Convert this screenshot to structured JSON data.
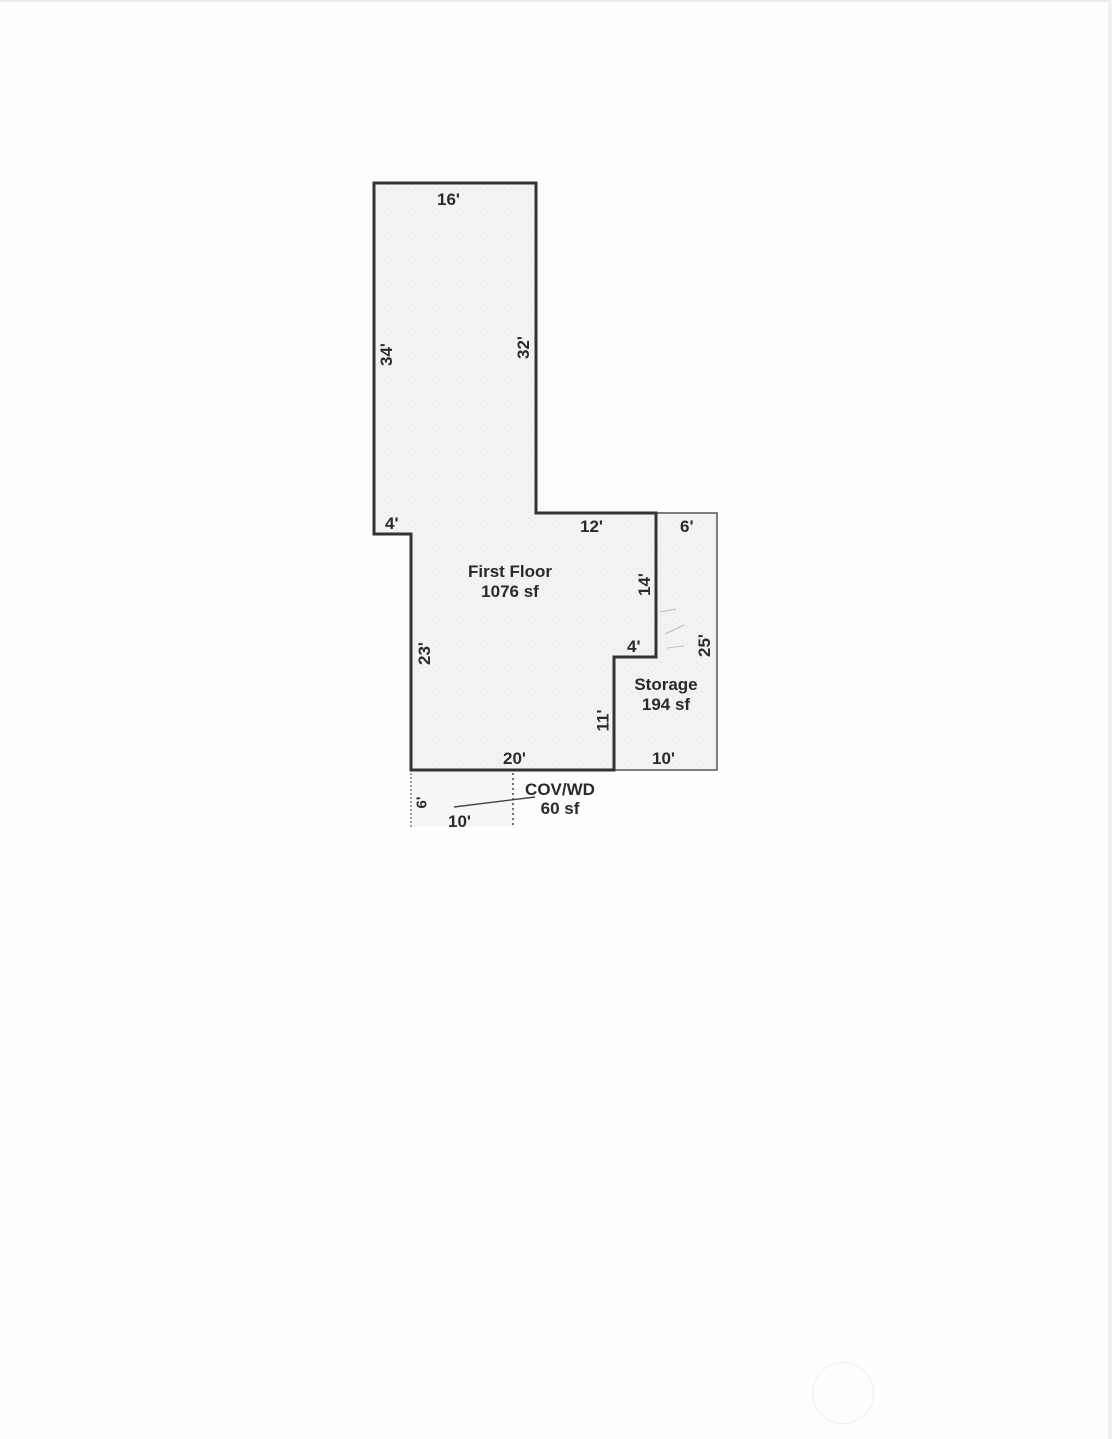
{
  "floor_plan": {
    "areas": {
      "first_floor": {
        "name": "First Floor",
        "size": "1076 sf"
      },
      "storage": {
        "name": "Storage",
        "size": "194 sf"
      },
      "cov_wd": {
        "name": "COV/WD",
        "size": "60 sf"
      }
    },
    "dimensions": {
      "top": "16'",
      "left_upper": "34'",
      "inner_right_upper": "32'",
      "left_step": "4'",
      "middle_top": "12'",
      "storage_top": "6'",
      "right_step_vertical": "14'",
      "right_step_horizontal": "4'",
      "storage_right": "25'",
      "left_lower": "23'",
      "inner_lower": "11'",
      "bottom": "20'",
      "storage_bottom": "10'",
      "cov_side": "6'",
      "cov_bottom": "10'"
    }
  }
}
